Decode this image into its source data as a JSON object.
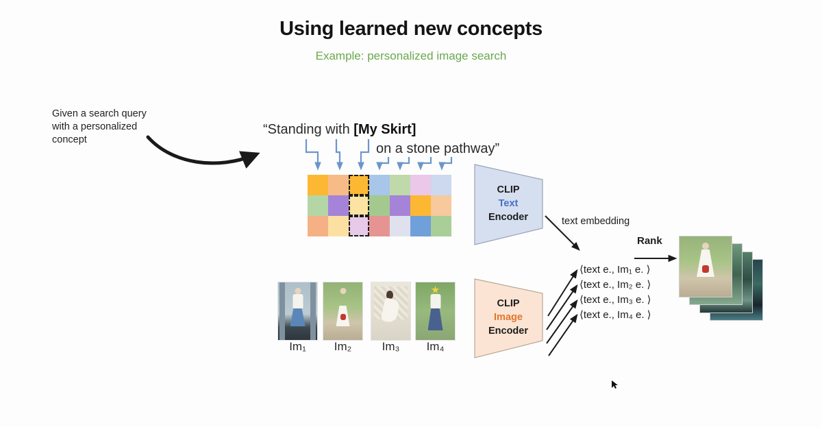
{
  "slide": {
    "title": "Using learned new concepts",
    "subtitle": "Example: personalized image search",
    "colors": {
      "subtitle_green": "#6aa84f",
      "text_encoder_fill": "#d6dfef",
      "image_encoder_fill": "#fbe4d3",
      "text_accent_blue": "#4472c4",
      "image_accent_orange": "#e2762d",
      "connector_blue": "#6b96cc"
    }
  },
  "annotation": {
    "lines": [
      "Given a search query",
      "with a personalized",
      "concept"
    ]
  },
  "query": {
    "prefix": "“Standing with ",
    "concept": "[My Skirt]",
    "suffix": "on a stone pathway”"
  },
  "token_grid": {
    "highlight_col": 2,
    "rows": [
      [
        "#fcb833",
        "#f6bb87",
        "#fcb833",
        "#a8c6e9",
        "#bfd9aa",
        "#ebc7ea",
        "#ccd9ee"
      ],
      [
        "#b4d6a6",
        "#a583d8",
        "#fce3a3",
        "#a3c98f",
        "#a583d8",
        "#fcb833",
        "#f8c99d"
      ],
      [
        "#f5b086",
        "#fce0a1",
        "#e7c9e8",
        "#e69492",
        "#e0e1ee",
        "#70a0d9",
        "#a9ce98"
      ]
    ]
  },
  "text_encoder": {
    "line1": "CLIP",
    "line2": "Text",
    "line3": "Encoder"
  },
  "image_encoder": {
    "line1": "CLIP",
    "line2": "Image",
    "line3": "Encoder"
  },
  "labels": {
    "text_embedding": "text embedding",
    "rank": "Rank"
  },
  "images": [
    "Im₁",
    "Im₂",
    "Im₃",
    "Im₄"
  ],
  "inner_products": [
    "⟨text e., Im₁ e. ⟩",
    "⟨text e., Im₂ e. ⟩",
    "⟨text e., Im₃ e. ⟩",
    "⟨text e., Im₄ e. ⟩"
  ]
}
